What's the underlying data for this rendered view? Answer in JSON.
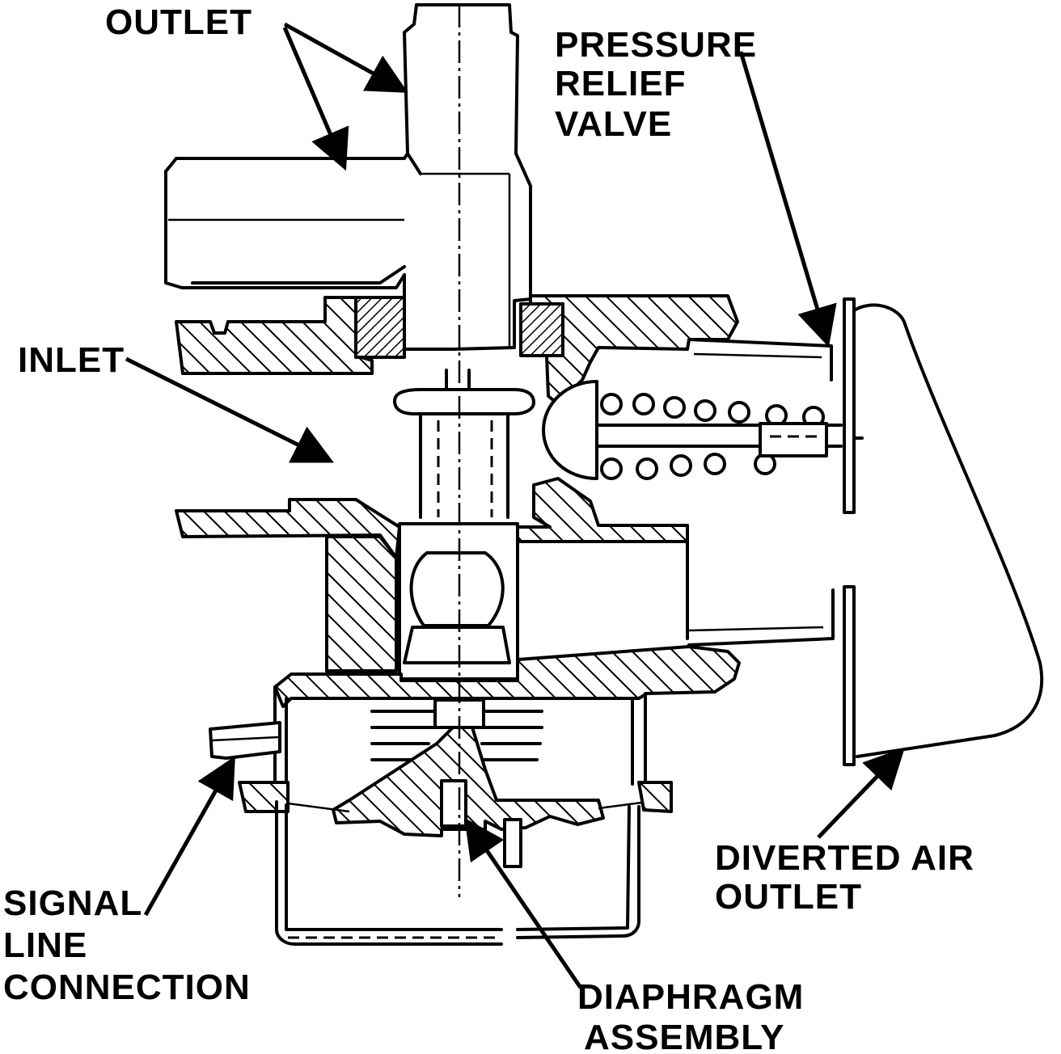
{
  "labels": {
    "outlet": "OUTLET",
    "pressure_relief_valve": [
      "PRESSURE",
      "RELIEF",
      "VALVE"
    ],
    "inlet": "INLET",
    "signal_line_connection": [
      "SIGNAL",
      "LINE",
      "CONNECTION"
    ],
    "diaphragm_assembly": [
      "DIAPHRAGM",
      "ASSEMBLY"
    ],
    "diverted_air_outlet": [
      "DIVERTED AIR",
      "OUTLET"
    ]
  }
}
